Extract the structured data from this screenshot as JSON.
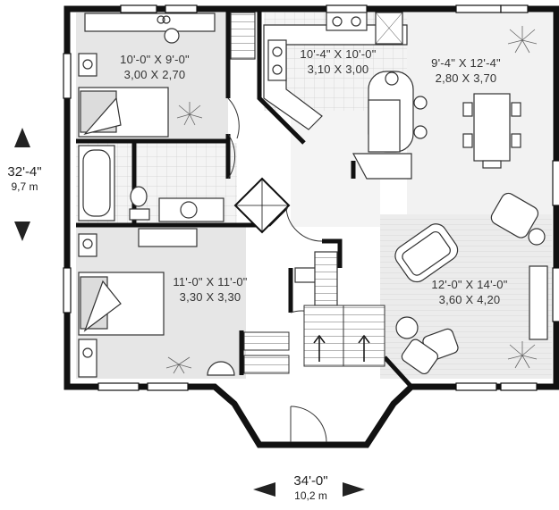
{
  "rooms": [
    {
      "id": "bedroom-2",
      "imperial": "10'-0\" X 9'-0\"",
      "metric": "3,00 X 2,70"
    },
    {
      "id": "kitchen",
      "imperial": "10'-4\" X 10'-0\"",
      "metric": "3,10 X 3,00"
    },
    {
      "id": "dining",
      "imperial": "9'-4\" X 12'-4\"",
      "metric": "2,80 X 3,70"
    },
    {
      "id": "master-bedroom",
      "imperial": "11'-0\" X 11'-0\"",
      "metric": "3,30 X 3,30"
    },
    {
      "id": "living-room",
      "imperial": "12'-0\" X 14'-0\"",
      "metric": "3,60 X 4,20"
    }
  ],
  "dimensions": {
    "depth": {
      "imperial": "32'-4\"",
      "metric": "9,7 m"
    },
    "width": {
      "imperial": "34'-0\"",
      "metric": "10,2 m"
    }
  }
}
